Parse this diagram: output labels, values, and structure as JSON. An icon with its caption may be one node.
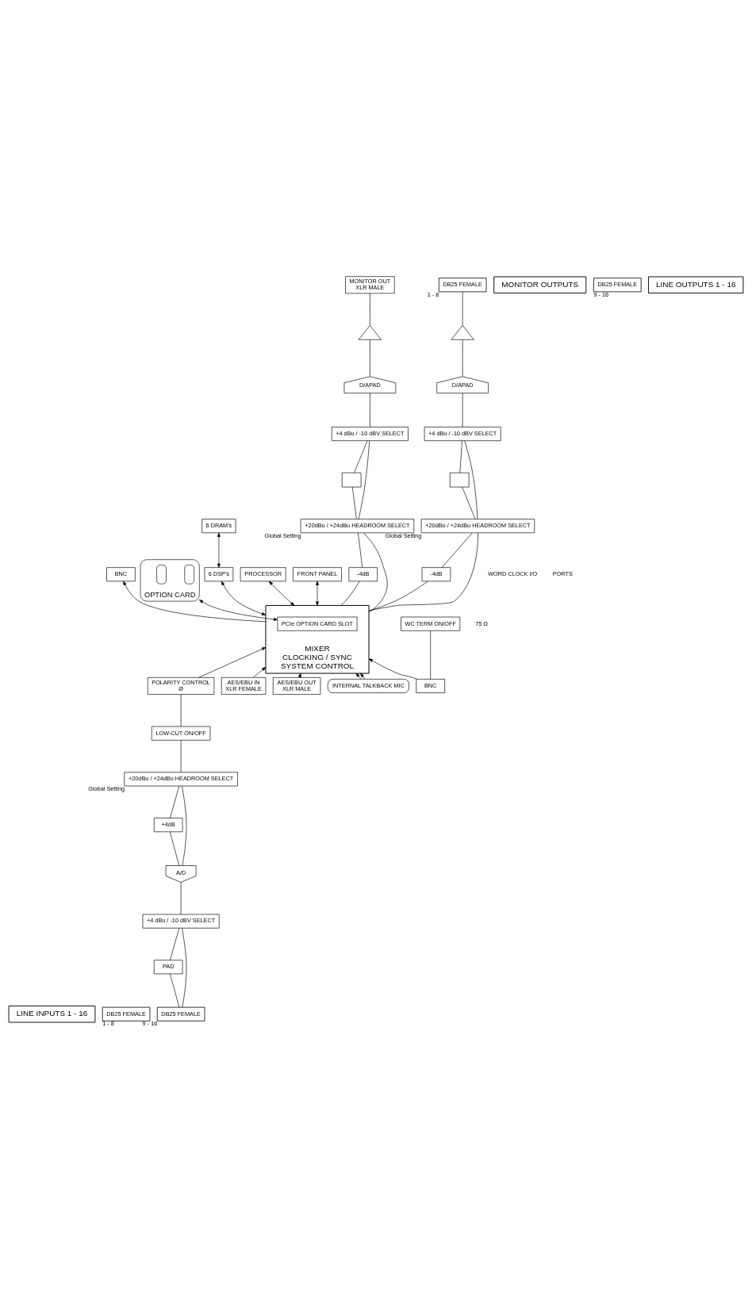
{
  "diagram": {
    "nodes": [
      {
        "text": [
          "LINE INPUTS 1 - 16"
        ]
      },
      {
        "text": [
          "DB25 FEMALE"
        ],
        "beside": [
          "1 - 8"
        ]
      },
      {
        "text": [
          "DB25 FEMALE"
        ],
        "beside": [
          "9 - 16"
        ]
      },
      {
        "text": [
          "PAD"
        ]
      },
      {
        "text": [
          "+4 dBu / -10 dBV SELECT"
        ]
      },
      {
        "text": [
          "A/D"
        ]
      },
      {
        "text": [
          "+4dB"
        ]
      },
      {
        "text": [
          "+20dBu / +24dBu HEADROOM SELECT"
        ],
        "beside": [
          "Global Setting"
        ]
      },
      {
        "text": [
          "LOW-CUT ON/OFF"
        ]
      },
      {
        "text": [
          "POLARITY CONTROL",
          "Ø"
        ]
      },
      {
        "text": [
          "MIXER",
          "CLOCKING / SYNC",
          "SYSTEM CONTROL"
        ]
      },
      {
        "text": [
          "PCIe OPTION CARD SLOT"
        ],
        "in": 10
      },
      {
        "text": [
          "AES/EBU IN",
          "XLR FEMALE"
        ]
      },
      {
        "text": [
          "AES/EBU OUT",
          "XLR MALE"
        ]
      },
      {
        "text": [
          "INTERNAL TALKBACK MIC"
        ]
      },
      {
        "text": [
          "BNC"
        ]
      },
      {
        "text": [
          "BNC"
        ]
      },
      {
        "text": [
          "WC TERM ON/OFF"
        ]
      },
      {
        "text": [
          "OPTION CARD"
        ]
      },
      {
        "text": [],
        "shape": "box",
        "in": 18
      },
      {
        "text": [],
        "shape": "box",
        "in": 18
      },
      {
        "text": [
          "6 DSP's"
        ]
      },
      {
        "text": [
          "6 DRAM's"
        ]
      },
      {
        "text": [
          "PROCESSOR"
        ]
      },
      {
        "text": [
          "FRONT PANEL"
        ]
      },
      {
        "text": [
          "-4dB"
        ]
      },
      {
        "text": [
          "+20dBu / +24dBu HEADROOM SELECT"
        ],
        "beside": [
          "Global Setting"
        ]
      },
      {
        "text": [],
        "shape": "box"
      },
      {
        "text": [
          "+4 dBu / -10 dBV SELECT"
        ]
      },
      {
        "text": [
          "D/APAD"
        ]
      },
      {
        "text": [],
        "shape": "triangle"
      },
      {
        "text": [
          "MONITOR OUT",
          "XLR MALE"
        ]
      },
      {
        "text": [
          "MONITOR OUTPUTS"
        ]
      },
      {
        "text": [
          "-4dB"
        ]
      },
      {
        "text": [
          "+20dBu / +24dBu HEADROOM SELECT"
        ],
        "beside": [
          "Global Setting"
        ]
      },
      {
        "text": [],
        "shape": "box"
      },
      {
        "text": [
          "+4 dBu / -10 dBV SELECT"
        ]
      },
      {
        "text": [
          "D/APAD"
        ]
      },
      {
        "text": [],
        "shape": "triangle"
      },
      {
        "text": [
          "DB25 FEMALE"
        ],
        "beside": [
          "1 - 8"
        ]
      },
      {
        "text": [
          "DB25 FEMALE"
        ],
        "beside": [
          "9 - 16"
        ]
      },
      {
        "text": [
          "LINE OUTPUTS 1 - 16"
        ]
      }
    ],
    "edges": [
      {
        "from": 2,
        "to": 3,
        "arrow": "none"
      },
      {
        "from": 2,
        "to": 4,
        "arrow": "none"
      },
      {
        "from": 3,
        "to": 4,
        "arrow": "none"
      },
      {
        "from": 4,
        "to": 5,
        "arrow": "none"
      },
      {
        "from": 5,
        "to": 6,
        "arrow": "none"
      },
      {
        "from": 5,
        "to": 7,
        "arrow": "none"
      },
      {
        "from": 6,
        "to": 7,
        "arrow": "none"
      },
      {
        "from": 7,
        "to": 8,
        "arrow": "none"
      },
      {
        "from": 8,
        "to": 9,
        "arrow": "none"
      },
      {
        "from": 9,
        "to": 10,
        "arrow": "to"
      },
      {
        "from": 12,
        "to": 10,
        "arrow": "to"
      },
      {
        "from": 13,
        "to": 10,
        "arrow": "to"
      },
      {
        "from": 14,
        "to": 10,
        "arrow": "to"
      },
      {
        "from": 14,
        "to": 10,
        "arrow": "to"
      },
      {
        "from": 10,
        "to": 15,
        "arrow": "to"
      },
      {
        "from": 16,
        "to": 10,
        "arrow": "to"
      },
      {
        "from": 16,
        "to": 17,
        "arrow": "none"
      },
      {
        "from": 11,
        "to": 18,
        "arrow": "both"
      },
      {
        "from": 10,
        "to": 21,
        "arrow": "both"
      },
      {
        "from": 21,
        "to": 22,
        "arrow": "both"
      },
      {
        "from": 10,
        "to": 23,
        "arrow": "both"
      },
      {
        "from": 10,
        "to": 24,
        "arrow": "both"
      },
      {
        "from": 10,
        "to": 25,
        "arrow": "none"
      },
      {
        "from": 10,
        "to": 26,
        "arrow": "none"
      },
      {
        "from": 25,
        "to": 26,
        "arrow": "none"
      },
      {
        "from": 26,
        "to": 27,
        "arrow": "none"
      },
      {
        "from": 26,
        "to": 28,
        "arrow": "none"
      },
      {
        "from": 27,
        "to": 28,
        "arrow": "none"
      },
      {
        "from": 28,
        "to": 29,
        "arrow": "none"
      },
      {
        "from": 29,
        "to": 30,
        "arrow": "none"
      },
      {
        "from": 30,
        "to": 31,
        "arrow": "none"
      },
      {
        "from": 10,
        "to": 33,
        "arrow": "none"
      },
      {
        "from": 10,
        "to": 34,
        "arrow": "none"
      },
      {
        "from": 33,
        "to": 34,
        "arrow": "none"
      },
      {
        "from": 34,
        "to": 35,
        "arrow": "none"
      },
      {
        "from": 34,
        "to": 36,
        "arrow": "none"
      },
      {
        "from": 35,
        "to": 36,
        "arrow": "none"
      },
      {
        "from": 36,
        "to": 37,
        "arrow": "none"
      },
      {
        "from": 37,
        "to": 38,
        "arrow": "none"
      },
      {
        "from": 38,
        "to": 39,
        "arrow": "none"
      }
    ],
    "labels": [
      "WORD CLOCK I/O",
      "75 Ω",
      "PORTS"
    ]
  }
}
